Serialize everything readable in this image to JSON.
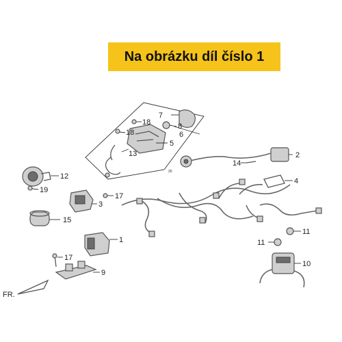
{
  "banner": {
    "text": "Na obrázku díl číslo 1"
  },
  "callouts": [
    "1",
    "2",
    "3",
    "4",
    "5",
    "6",
    "7",
    "8",
    "9",
    "10",
    "11",
    "11",
    "12",
    "13",
    "14",
    "15",
    "17",
    "17",
    "18",
    "18",
    "19"
  ],
  "front_label": "FR.",
  "tiny_mark": "20",
  "colors": {
    "banner_bg": "#f5c31a",
    "banner_text": "#111111",
    "line": "#555555"
  }
}
